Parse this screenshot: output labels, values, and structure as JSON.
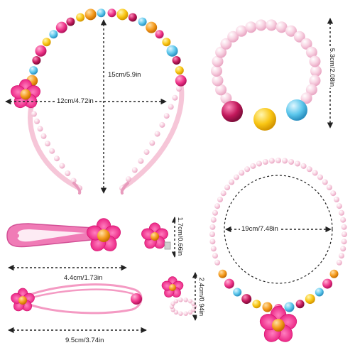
{
  "measurements": {
    "headband_width": "12cm/4.72in",
    "headband_height": "15cm/5.9in",
    "bracelet_height": "5.3cm/2.08in",
    "necklace_diameter": "19cm/7.48in",
    "hair_clip_length": "4.4cm/1.73in",
    "flower_clip_size": "1.7cm/0.66in",
    "ring_size": "2.4cm/0.94in",
    "hair_tie_length": "9.5cm/3.74in"
  },
  "colors": {
    "pink_pearl": "#f6c6d8",
    "hot_pink": "#f0358a",
    "yellow": "#f9c614",
    "blue": "#5cc7ec",
    "magenta": "#c2185b",
    "orange": "#f59b1e",
    "arrow": "#222222"
  }
}
